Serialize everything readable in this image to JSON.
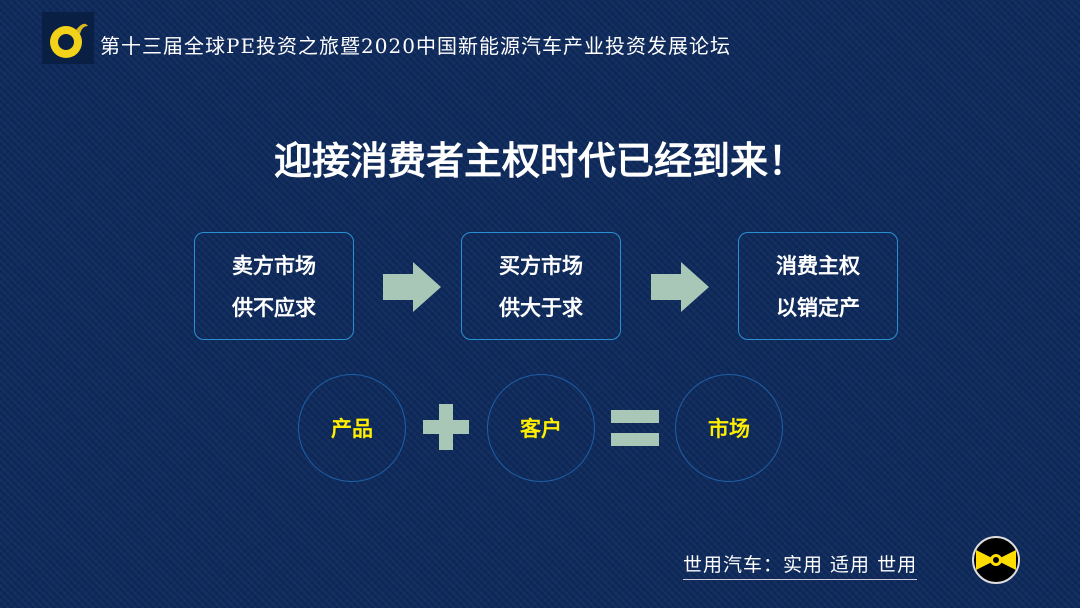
{
  "header": {
    "title": "第十三届全球PE投资之旅暨2020中国新能源汽车产业投资发展论坛"
  },
  "main": {
    "title": "迎接消费者主权时代已经到来！",
    "flow": [
      {
        "line1": "卖方市场",
        "line2": "供不应求"
      },
      {
        "line1": "买方市场",
        "line2": "供大于求"
      },
      {
        "line1": "消费主权",
        "line2": "以销定产"
      }
    ],
    "equation": {
      "a": "产品",
      "b": "客户",
      "c": "市场"
    }
  },
  "footer": {
    "slogan": "世用汽车：实用  适用  世用"
  },
  "colors": {
    "background": "#0e2a5c",
    "accent": "#ffee00",
    "arrow": "#a8c7b6",
    "box_border": "#2a8fd0"
  }
}
